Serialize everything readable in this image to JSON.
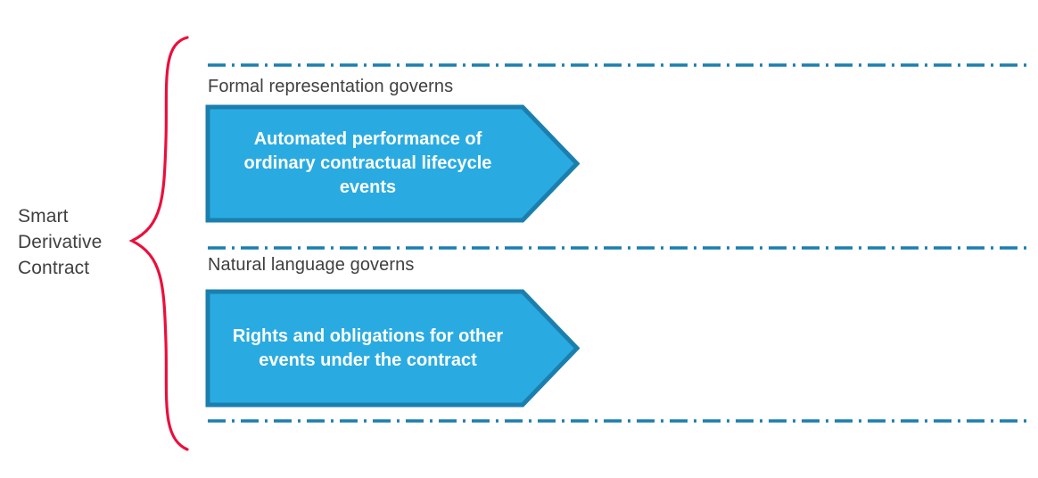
{
  "diagram": {
    "group_label": "Smart\nDerivative\nContract",
    "colors": {
      "brace": "#EB0F3C",
      "divider": "#1B7FAE",
      "arrow_fill": "#29ABE2",
      "arrow_border": "#1B7FAE",
      "label_text": "#404040",
      "arrow_text": "#FFFFFF",
      "background": "#FFFFFF"
    },
    "sections": [
      {
        "caption": "Formal representation governs",
        "arrow_text": "Automated performance of ordinary contractual lifecycle events"
      },
      {
        "caption": "Natural language governs",
        "arrow_text": "Rights and obligations for other events under the contract"
      }
    ],
    "dividers": [
      {
        "name": "divider-top"
      },
      {
        "name": "divider-middle"
      },
      {
        "name": "divider-bottom"
      }
    ]
  }
}
